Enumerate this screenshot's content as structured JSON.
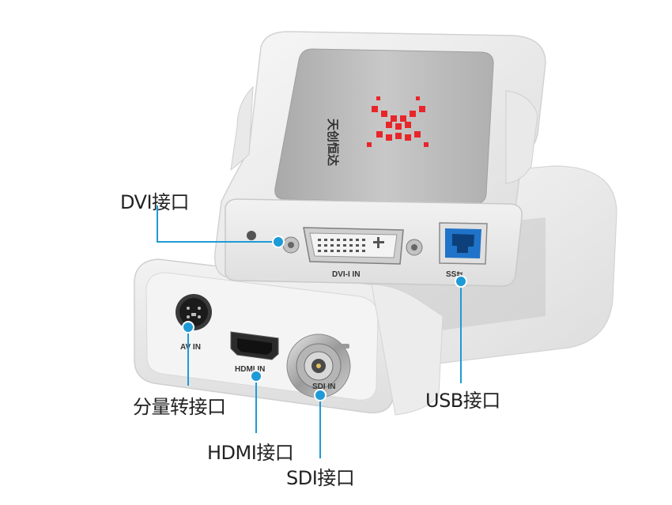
{
  "product": {
    "brand_logo_text": "天创恒达",
    "top_face": {
      "port_labels": {
        "dvi": "DVI-I IN",
        "usb": "SS⇆"
      }
    },
    "bottom_face": {
      "port_labels": {
        "av": "AV IN",
        "hdmi": "HDMI IN",
        "sdi": "SDI IN"
      }
    }
  },
  "callouts": {
    "dvi": "DVI接口",
    "usb": "USB接口",
    "av": "分量转接口",
    "hdmi": "HDMI接口",
    "sdi": "SDI接口"
  },
  "colors": {
    "accent": "#1e9ad6",
    "logo_red": "#e8262a",
    "usb_blue": "#1f73c8"
  }
}
